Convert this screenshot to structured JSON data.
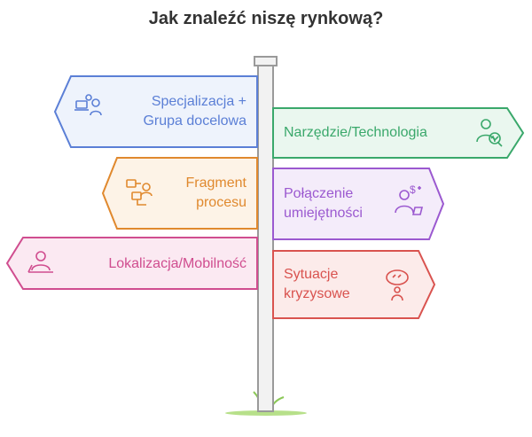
{
  "title": "Jak znaleźć niszę rynkową?",
  "signs": [
    {
      "id": "specjalizacja",
      "lines": [
        "Specjalizacja +",
        "Grupa docelowa"
      ],
      "icon": "people-laptop-icon",
      "color": "#5b7fd6",
      "fill": "#eef3fc"
    },
    {
      "id": "narzedzie",
      "lines": [
        "Narzędzie/Technologia"
      ],
      "icon": "analyst-chart-icon",
      "color": "#3aa86b",
      "fill": "#eaf7ef"
    },
    {
      "id": "fragment",
      "lines": [
        "Fragment",
        "procesu"
      ],
      "icon": "process-flow-icon",
      "color": "#e0892e",
      "fill": "#fdf3e7"
    },
    {
      "id": "polaczenie",
      "lines": [
        "Połączenie",
        "umiejętności"
      ],
      "icon": "skill-money-icon",
      "color": "#9b59d0",
      "fill": "#f4ecfa"
    },
    {
      "id": "lokalizacja",
      "lines": [
        "Lokalizacja/Mobilność"
      ],
      "icon": "remote-worker-icon",
      "color": "#d04d8f",
      "fill": "#fbe9f2"
    },
    {
      "id": "sytuacje",
      "lines": [
        "Sytuacje",
        "kryzysowe"
      ],
      "icon": "crisis-mind-icon",
      "color": "#d9534f",
      "fill": "#fcebea"
    }
  ]
}
